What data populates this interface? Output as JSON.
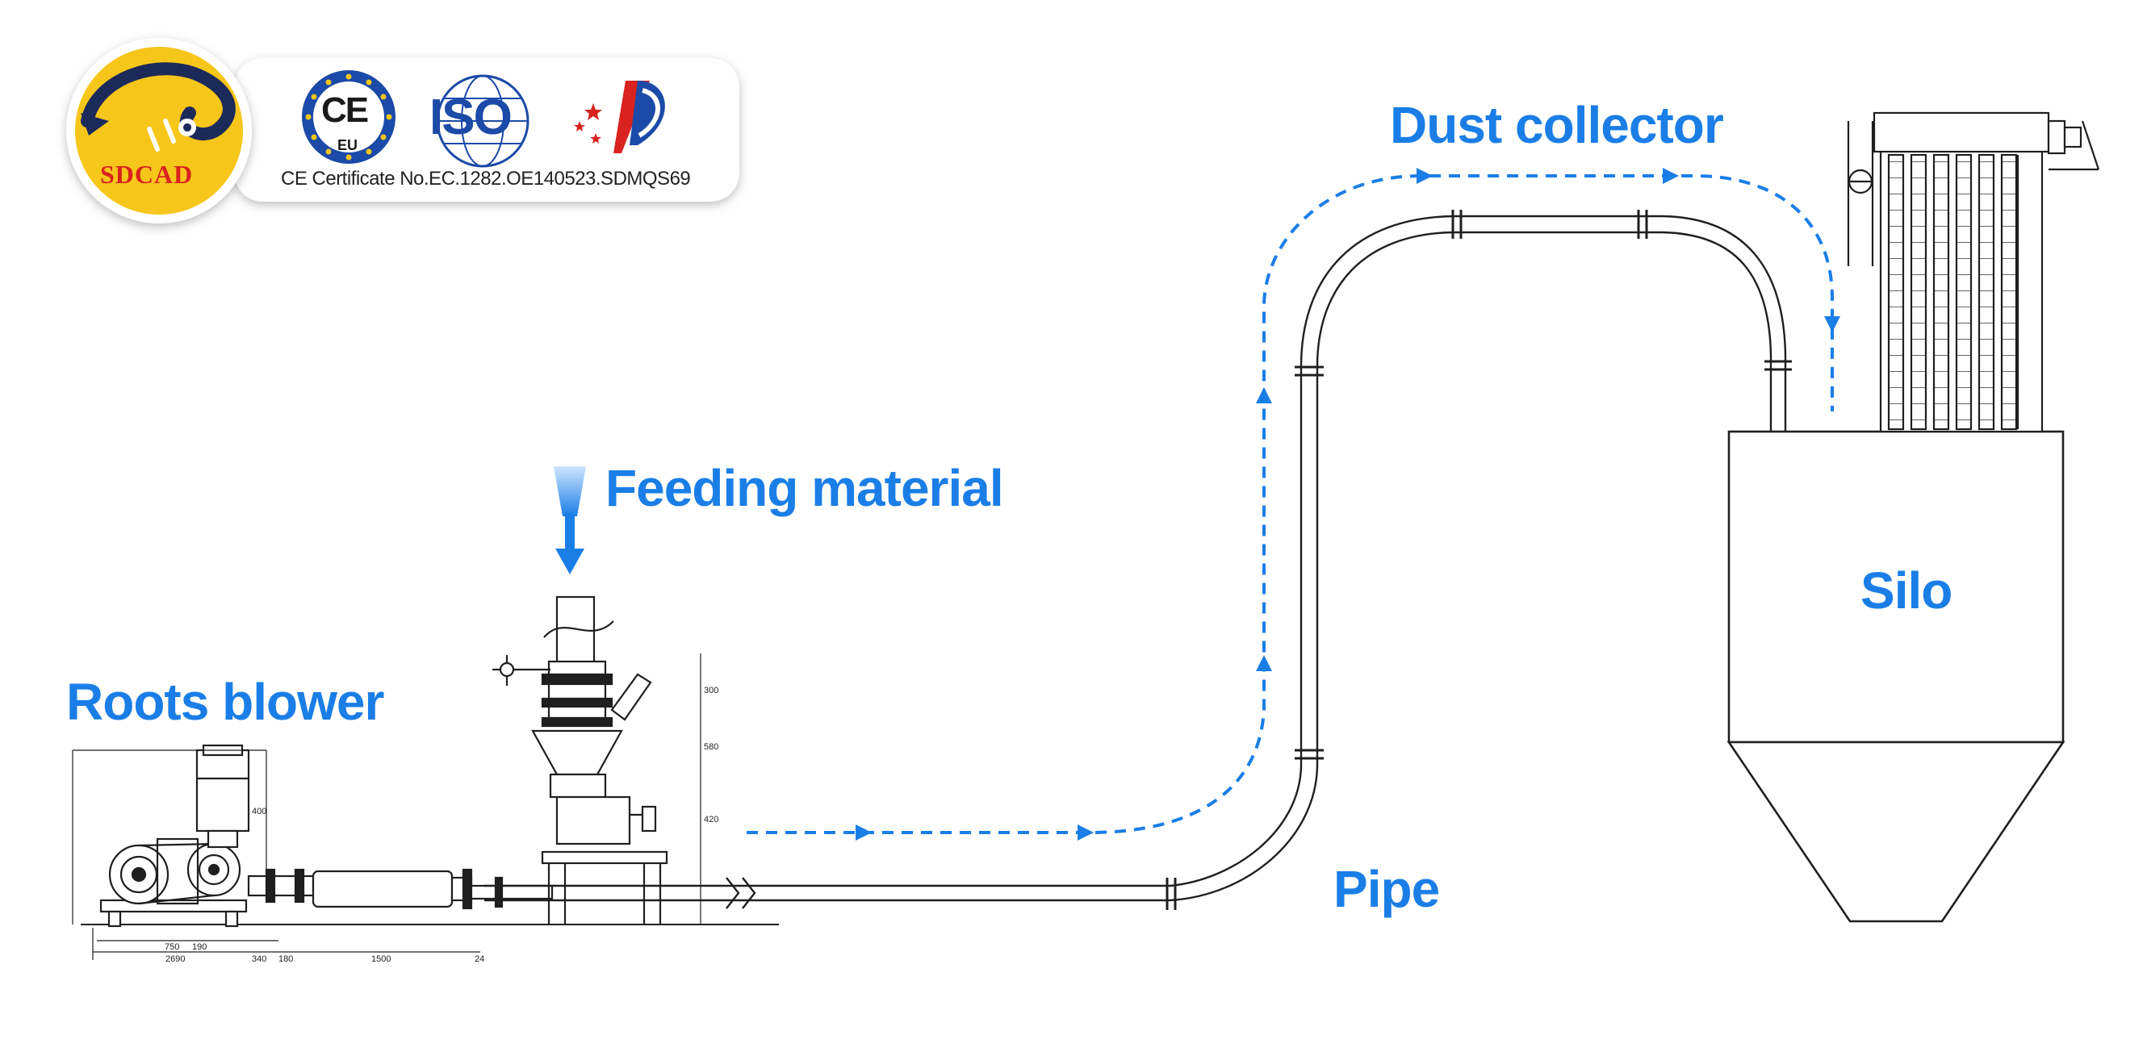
{
  "brand": {
    "name": "SDCAD",
    "certificate": "CE Certificate No.EC.1282.OE140523.SDMQS69",
    "badges": {
      "ce": "CE",
      "eu": "EU",
      "iso": "ISO"
    }
  },
  "labels": {
    "feeding_material": "Feeding material",
    "roots_blower": "Roots blower",
    "dust_collector": "Dust collector",
    "pipe": "Pipe",
    "silo": "Silo"
  },
  "dimensions": {
    "d1": "2690",
    "d2": "1500",
    "d3": "190",
    "d4": "180",
    "d5": "340",
    "d6": "24",
    "d7": "750",
    "d8": "400",
    "d9": "300",
    "d10": "580",
    "d11": "420"
  },
  "colors": {
    "accent": "#1a7ee6",
    "brand_yellow": "#f7c61a",
    "brand_red": "#d8231f",
    "iso_blue": "#1b4aa8",
    "line": "#1f1f1f"
  }
}
